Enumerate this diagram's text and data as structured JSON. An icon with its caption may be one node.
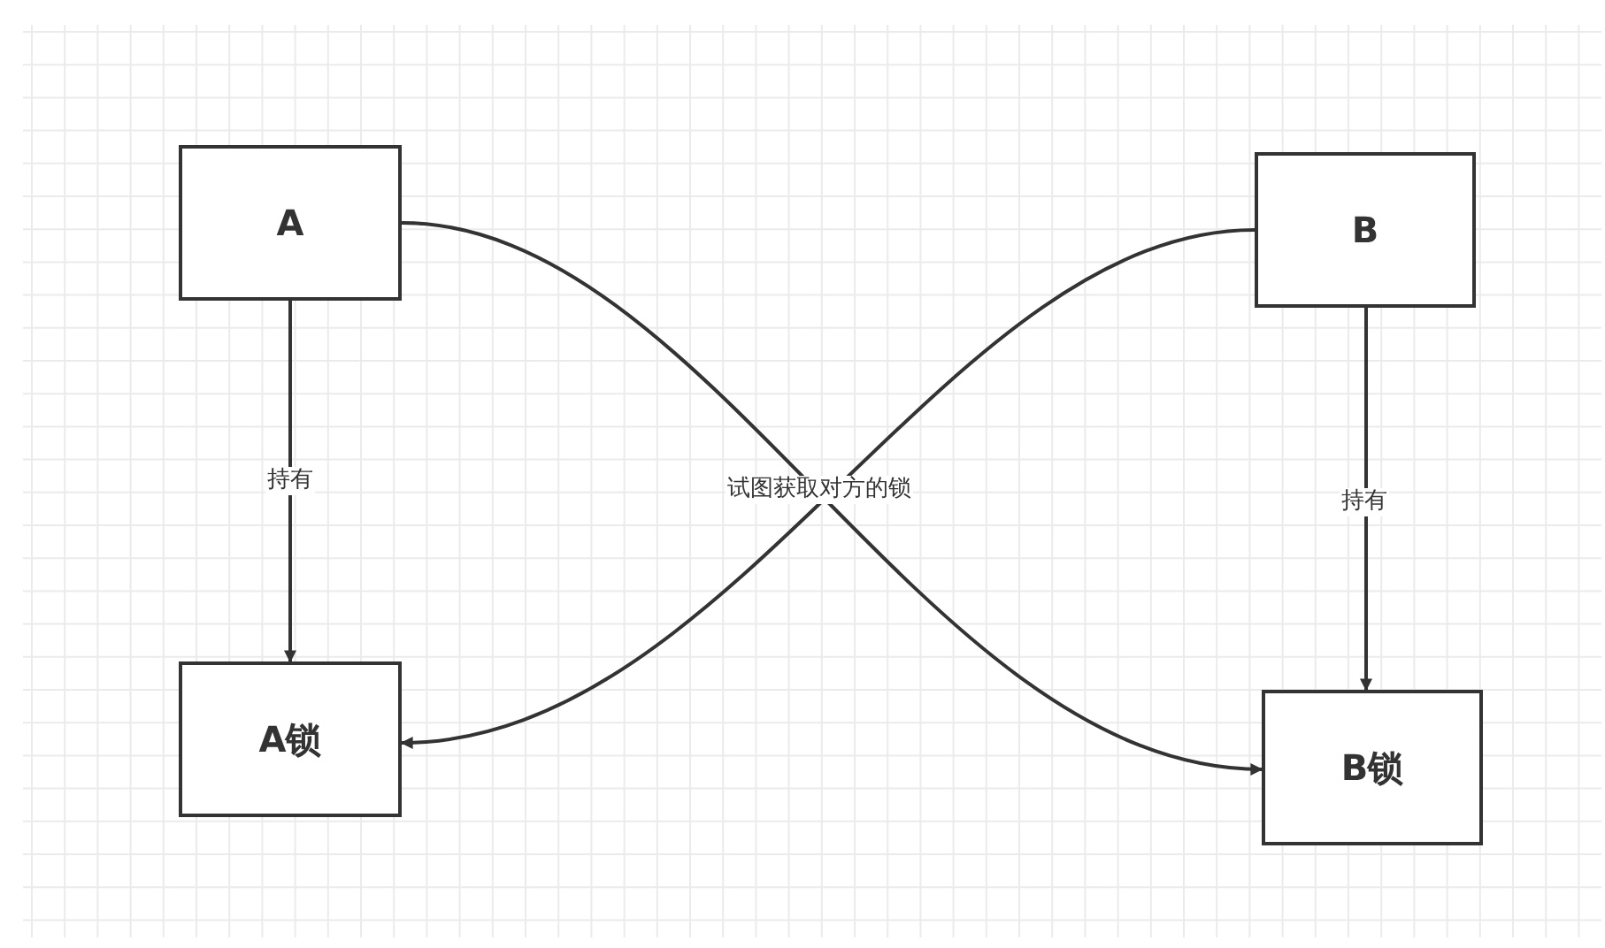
{
  "diagram": {
    "nodes": [
      {
        "text": [
          "A"
        ]
      },
      {
        "text": [
          "B"
        ]
      },
      {
        "text": [
          "A锁"
        ]
      },
      {
        "text": [
          "B锁"
        ]
      }
    ],
    "edges": [
      {
        "from": 0,
        "to": 2,
        "arrow": "to",
        "label": "持有"
      },
      {
        "from": 1,
        "to": 3,
        "arrow": "to",
        "label": "持有"
      },
      {
        "from": 0,
        "to": 3,
        "arrow": "to",
        "label": "试图获取对方的锁"
      },
      {
        "from": 1,
        "to": 2,
        "arrow": "to"
      }
    ]
  }
}
